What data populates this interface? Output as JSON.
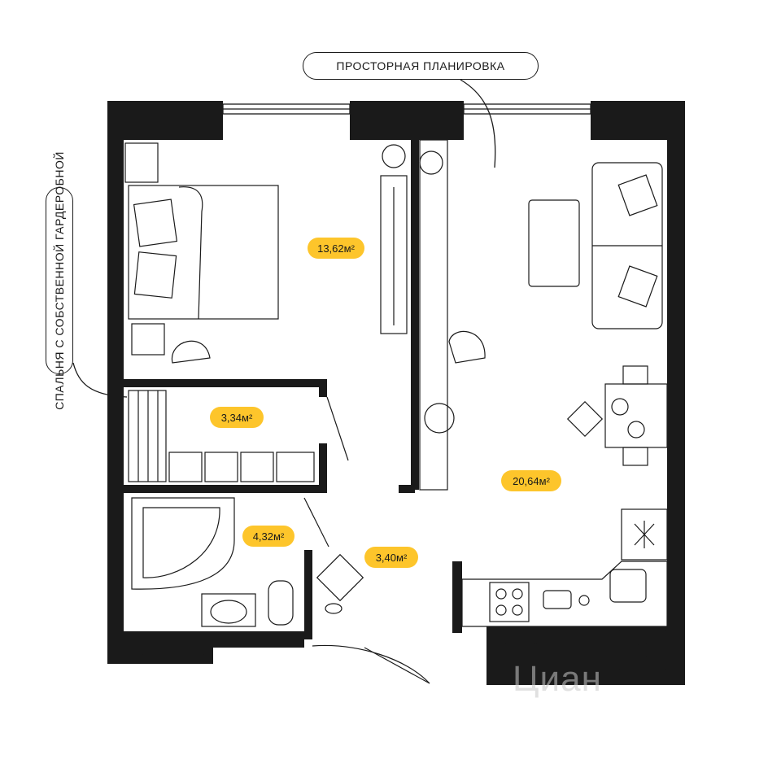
{
  "callouts": {
    "spacious_layout": "ПРОСТОРНАЯ ПЛАНИРОВКА",
    "bedroom_wardrobe": "СПАЛЬНЯ С СОБСТВЕННОЙ ГАРДЕРОБНОЙ"
  },
  "rooms": {
    "bedroom": {
      "area": "13,62м²"
    },
    "wardrobe": {
      "area": "3,34м²"
    },
    "bathroom": {
      "area": "4,32м²"
    },
    "hallway": {
      "area": "3,40м²"
    },
    "living_kitchen": {
      "area": "20,64м²"
    }
  },
  "watermark": "Циан",
  "colors": {
    "wall": "#1a1a1a",
    "badge": "#fdc52b",
    "line": "#1a1a1a"
  }
}
